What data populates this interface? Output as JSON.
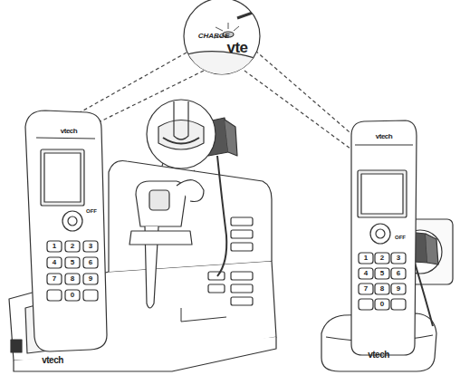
{
  "diagram": {
    "labels": [
      "CHARGE",
      "vte",
      "vtech",
      "vtech",
      "vtech",
      "vtech",
      "1",
      "2",
      "3",
      "4",
      "5",
      "6",
      "7",
      "8",
      "9",
      "0",
      "OFF",
      "1",
      "2",
      "3",
      "4",
      "5",
      "6",
      "7",
      "8",
      "9",
      "0",
      "OFF"
    ]
  }
}
